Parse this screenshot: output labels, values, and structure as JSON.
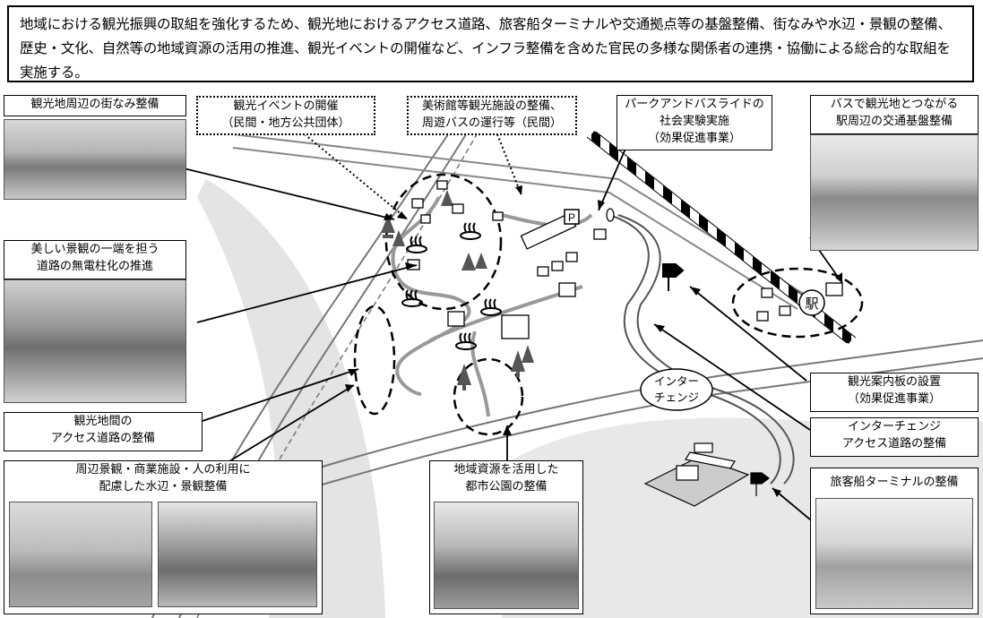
{
  "header": {
    "text": "地域における観光振興の取組を強化するため、観光地におけるアクセス道路、旅客船ターミナルや交通拠点等の基盤整備、街なみや水辺・景観の整備、歴史・文化、自然等の地域資源の活用の推進、観光イベントの開催など、インフラ整備を含めた官民の多様な関係者の連携・協働による総合的な取組を実施する。"
  },
  "callouts": {
    "townscape": "観光地周辺の街なみ整備",
    "event_line1": "観光イベントの開催",
    "event_line2": "（民間・地方公共団体）",
    "museum_line1": "美術館等観光施設の整備、",
    "museum_line2": "周遊バスの運行等（民間）",
    "parkride_line1": "パークアンドバスライドの",
    "parkride_line2": "社会実験実施",
    "parkride_line3": "（効果促進事業）",
    "station_line1": "バスで観光地とつながる",
    "station_line2": "駅周辺の交通基盤整備",
    "nopole_line1": "美しい景観の一端を担う",
    "nopole_line2": "道路の無電柱化の推進",
    "access_line1": "観光地間の",
    "access_line2": "アクセス道路の整備",
    "waterside_line1": "周辺景観・商業施設・人の利用に",
    "waterside_line2": "配慮した水辺・景観整備",
    "park_line1": "地域資源を活用した",
    "park_line2": "都市公園の整備",
    "signboard_line1": "観光案内板の設置",
    "signboard_line2": "（効果促進事業）",
    "ic_access_line1": "インターチェンジ",
    "ic_access_line2": "アクセス道路の整備",
    "ferry": "旅客船ターミナルの整備"
  },
  "map_labels": {
    "parking": "P",
    "station": "駅",
    "interchange_line1": "インター",
    "interchange_line2": "チェンジ"
  }
}
